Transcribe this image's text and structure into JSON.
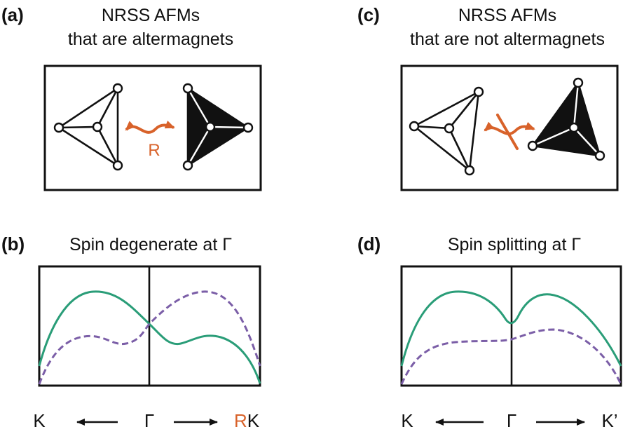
{
  "colors": {
    "spin_up": "#2a9d78",
    "spin_down": "#7b5ea7",
    "arrow": "#d8622a",
    "ink": "#111111"
  },
  "panels": {
    "a": {
      "label": "(a)",
      "title_line1": "NRSS AFMs",
      "title_line2": "that are altermagnets",
      "operation": "R"
    },
    "b": {
      "label": "(b)",
      "title": "Spin degenerate at Γ",
      "k_left": "K",
      "k_center": "Γ",
      "k_right_prefix": "R",
      "k_right": "K"
    },
    "c": {
      "label": "(c)",
      "title_line1": "NRSS AFMs",
      "title_line2": "that are not altermagnets"
    },
    "d": {
      "label": "(d)",
      "title": "Spin splitting at Γ",
      "k_left": "K",
      "k_center": "Γ",
      "k_right": "K’"
    }
  }
}
